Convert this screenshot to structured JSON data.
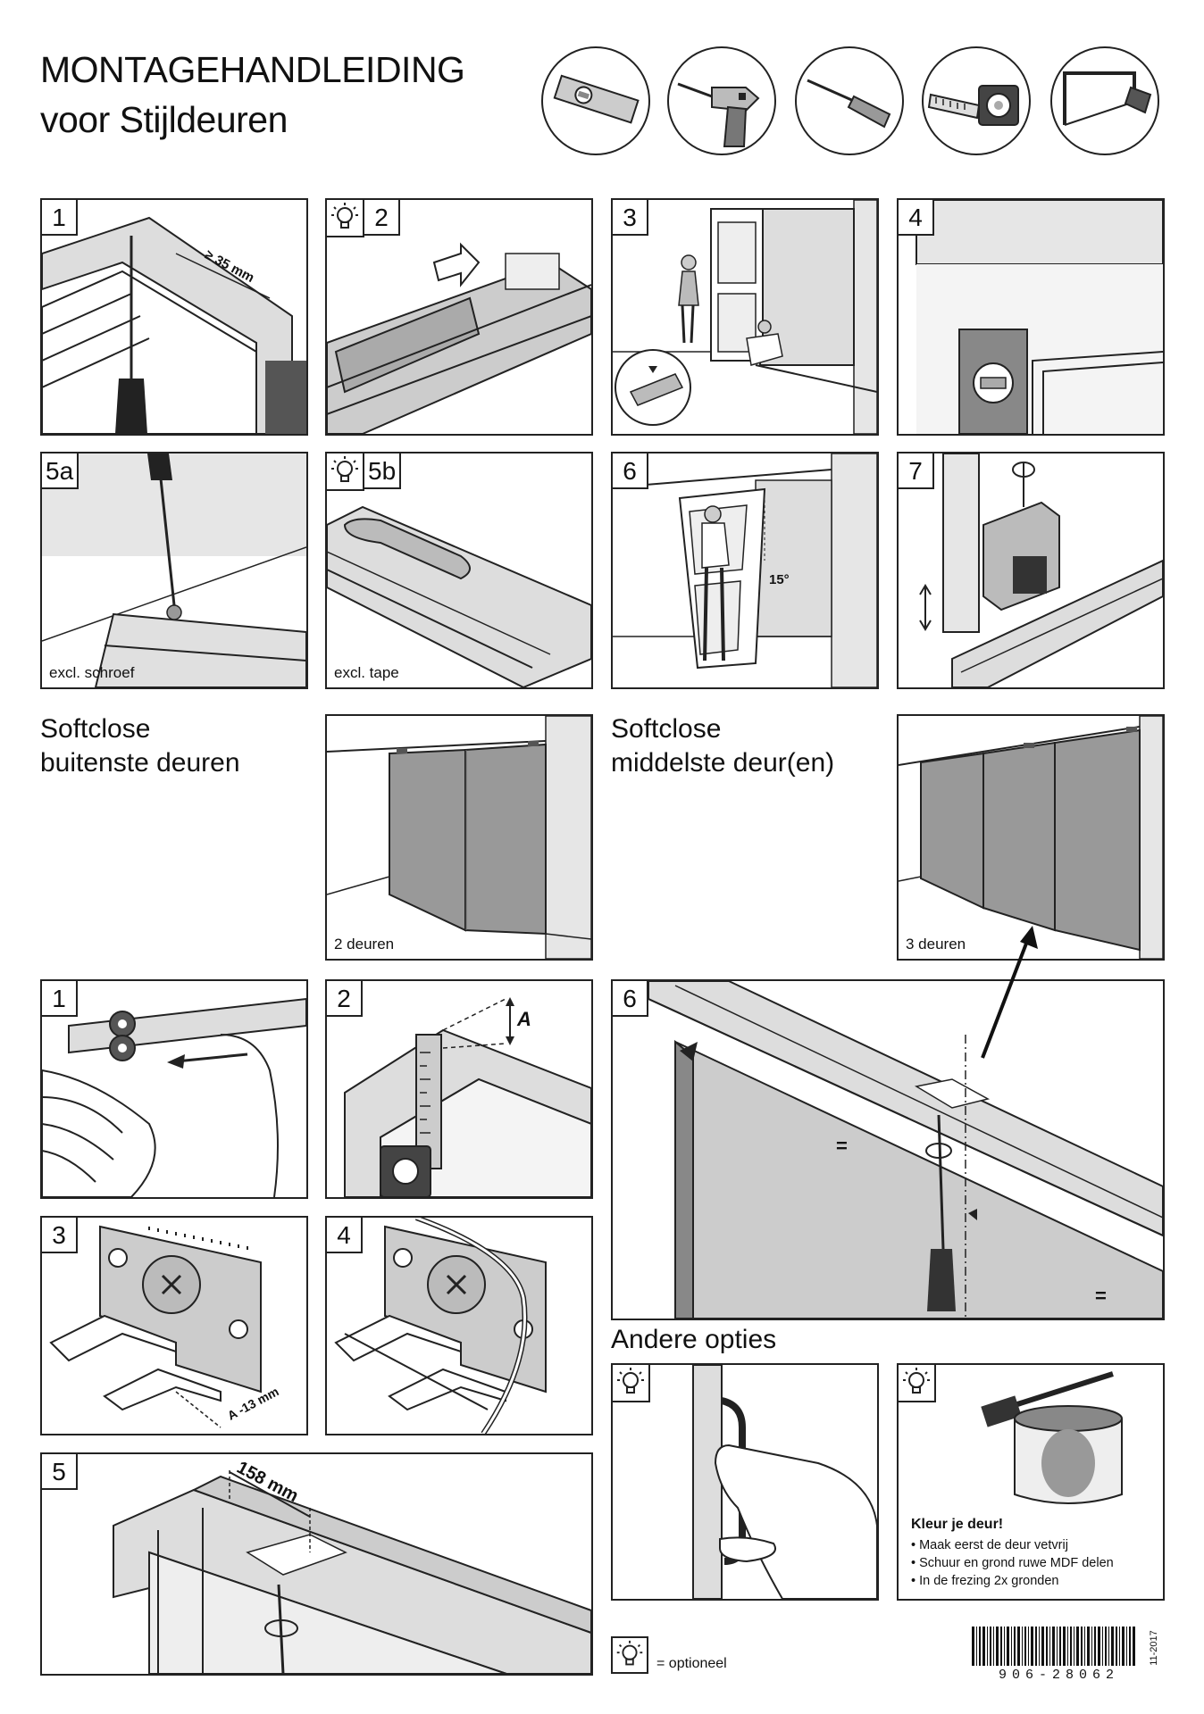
{
  "header": {
    "title_line1": "MONTAGEHANDLEIDING",
    "title_line2": "voor Stijldeuren"
  },
  "tools": [
    {
      "icon": "spirit-level-icon"
    },
    {
      "icon": "drill-icon"
    },
    {
      "icon": "screwdriver-icon"
    },
    {
      "icon": "tape-measure-icon"
    },
    {
      "icon": "hacksaw-icon"
    }
  ],
  "install_steps": [
    {
      "label": "1",
      "annotation": "≥ 35 mm",
      "optional": false
    },
    {
      "label": "2",
      "optional": true
    },
    {
      "label": "3",
      "optional": false
    },
    {
      "label": "4",
      "optional": false
    },
    {
      "label": "5a",
      "caption": "excl. schroef",
      "optional": false
    },
    {
      "label": "5b",
      "caption": "excl. tape",
      "optional": true
    },
    {
      "label": "6",
      "annotation": "15°",
      "optional": false
    },
    {
      "label": "7",
      "optional": false
    }
  ],
  "softclose": {
    "outer_title_line1": "Softclose",
    "outer_title_line2": "buitenste deuren",
    "outer_caption": "2 deuren",
    "middle_title_line1": "Softclose",
    "middle_title_line2": "middelste deur(en)",
    "middle_caption": "3 deuren"
  },
  "softclose_steps": [
    {
      "label": "1"
    },
    {
      "label": "2",
      "annotation": "A"
    },
    {
      "label": "3",
      "annotation": "A -13 mm"
    },
    {
      "label": "4"
    },
    {
      "label": "5",
      "annotation": "158 mm"
    },
    {
      "label": "6",
      "annotation": "="
    }
  ],
  "options": {
    "title": "Andere opties",
    "paint_heading": "Kleur je deur!",
    "paint_bullets": [
      "• Maak eerst de deur vetvrij",
      "• Schuur en grond ruwe MDF delen",
      "• In de frezing 2x gronden"
    ]
  },
  "legend": {
    "text": "= optioneel"
  },
  "barcode": {
    "number": "906-28062",
    "date": "11-2017"
  }
}
